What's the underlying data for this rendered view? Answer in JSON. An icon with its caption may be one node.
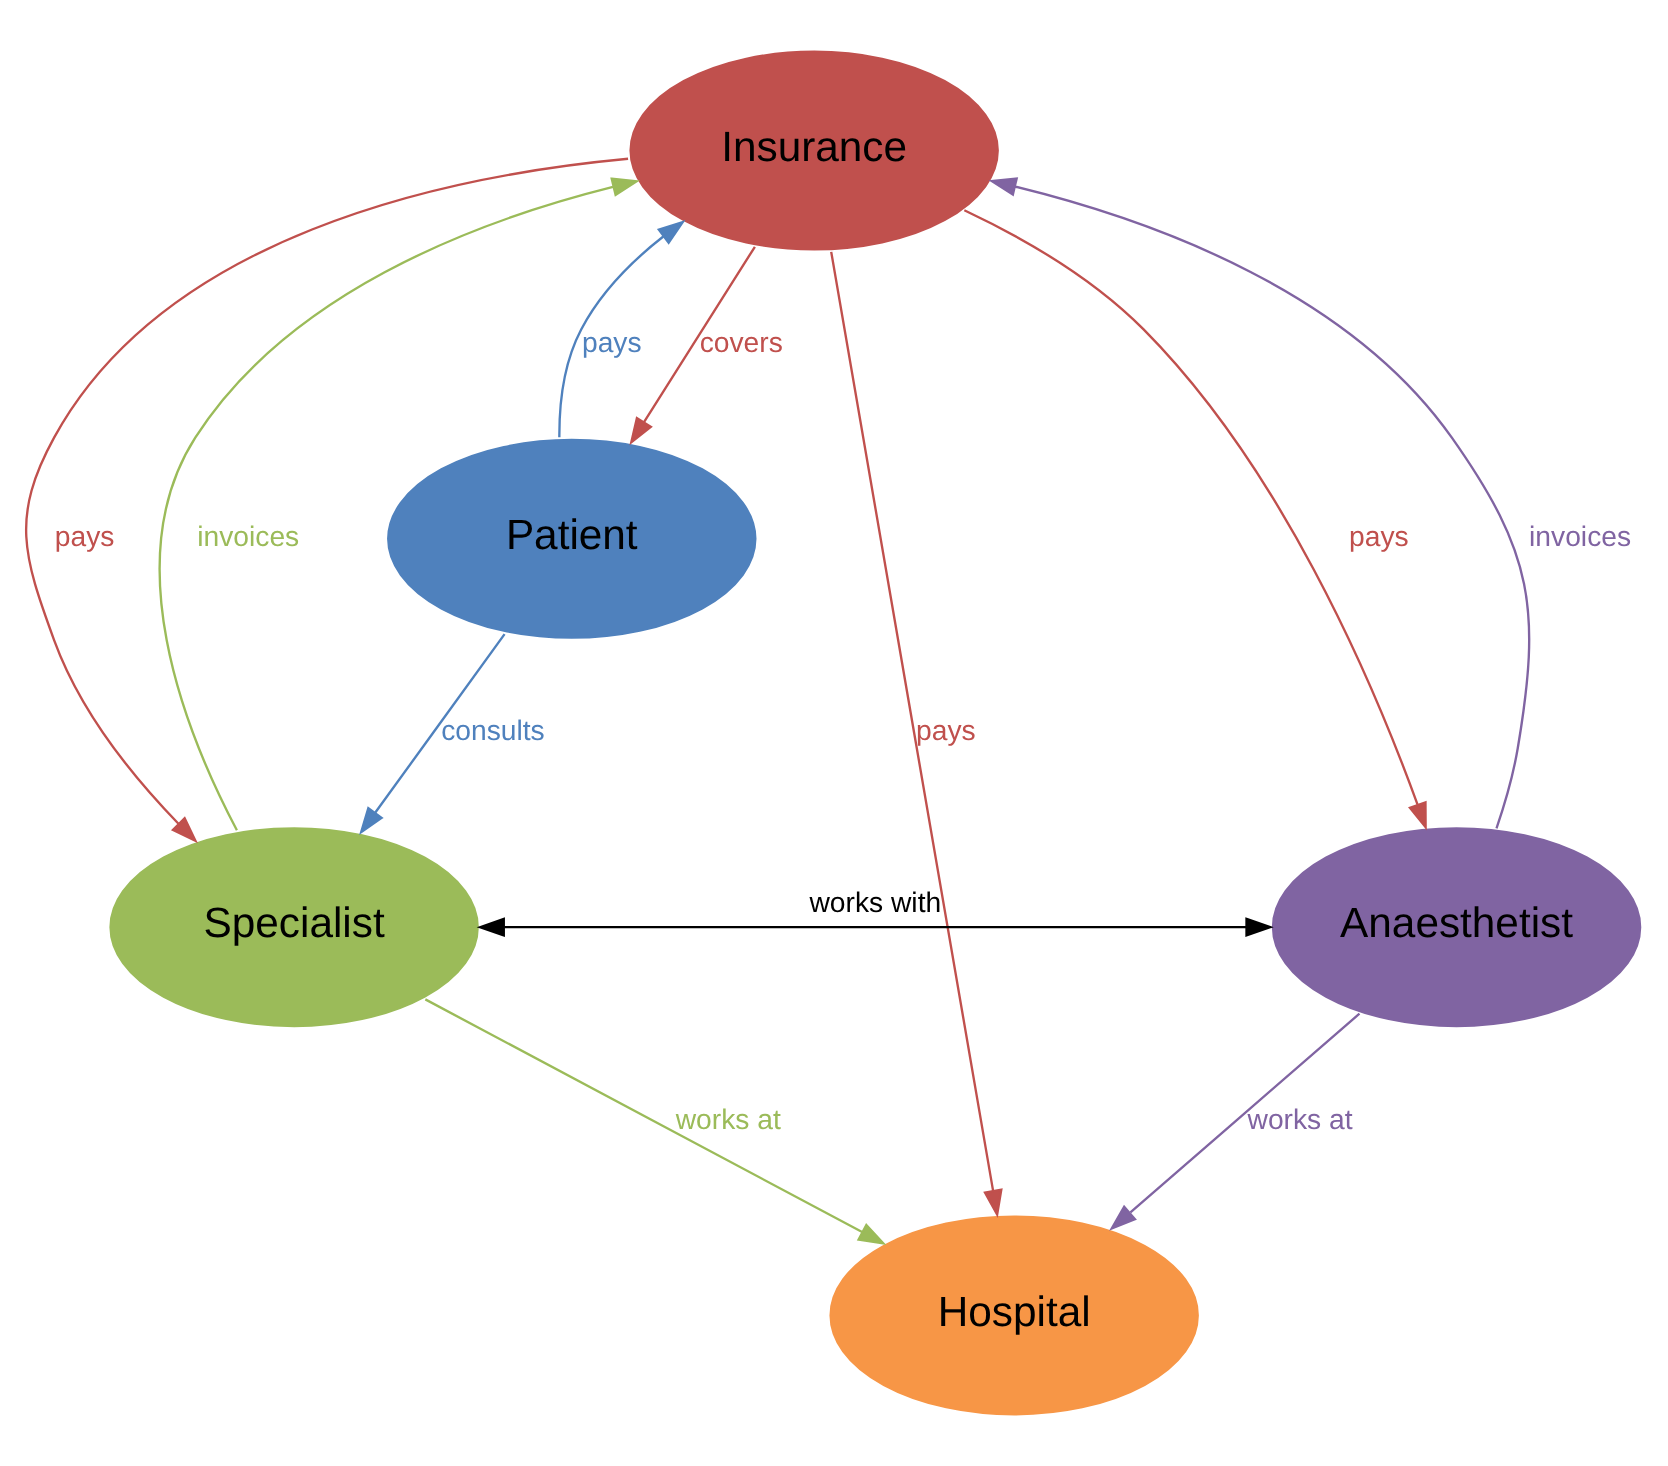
{
  "diagram": {
    "nodes": [
      {
        "text": [
          "Insurance"
        ]
      },
      {
        "text": [
          "Patient"
        ]
      },
      {
        "text": [
          "Specialist"
        ]
      },
      {
        "text": [
          "Anaesthetist"
        ]
      },
      {
        "text": [
          "Hospital"
        ]
      }
    ],
    "edges": [
      {
        "from": 0,
        "to": 1,
        "arrow": "to",
        "label": "covers",
        "color": "#c0504d"
      },
      {
        "from": 1,
        "to": 0,
        "arrow": "to",
        "label": "pays",
        "color": "#4f81bd"
      },
      {
        "from": 0,
        "to": 3,
        "arrow": "to",
        "label": "pays",
        "color": "#c0504d"
      },
      {
        "from": 3,
        "to": 0,
        "arrow": "to",
        "label": "invoices",
        "color": "#8064a2"
      },
      {
        "from": 2,
        "to": 0,
        "arrow": "to",
        "label": "invoices",
        "color": "#9bbb59"
      },
      {
        "from": 0,
        "to": 2,
        "arrow": "to",
        "label": "pays",
        "color": "#c0504d"
      },
      {
        "from": 0,
        "to": 4,
        "arrow": "to",
        "label": "pays",
        "color": "#c0504d"
      },
      {
        "from": 1,
        "to": 2,
        "arrow": "to",
        "label": "consults",
        "color": "#4f81bd"
      },
      {
        "from": 2,
        "to": 3,
        "arrow": "both",
        "label": "works with",
        "color": "#000000"
      },
      {
        "from": 2,
        "to": 4,
        "arrow": "to",
        "label": "works at",
        "color": "#9bbb59"
      },
      {
        "from": 3,
        "to": 4,
        "arrow": "to",
        "label": "works at",
        "color": "#8064a2"
      }
    ]
  }
}
